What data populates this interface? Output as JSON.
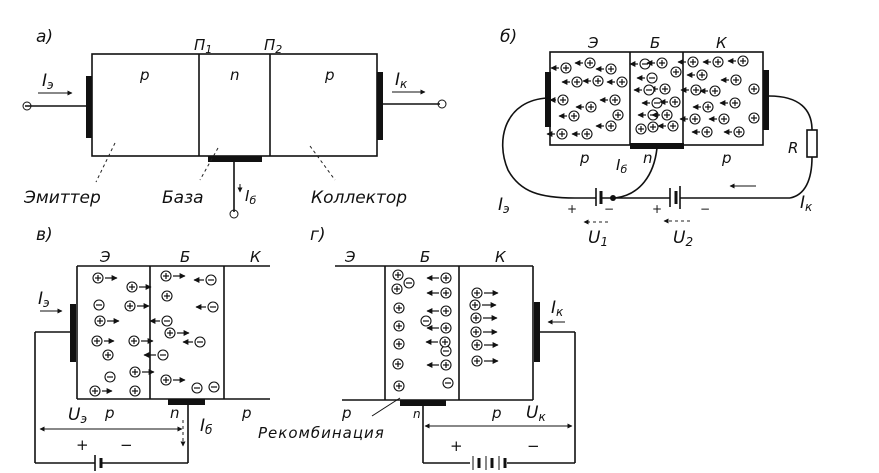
{
  "panels": {
    "a": {
      "tag": "а)",
      "junctions": [
        "П",
        "П"
      ],
      "junction_subs": [
        "1",
        "2"
      ],
      "regions": [
        "p",
        "n",
        "p"
      ],
      "currents": {
        "emitter": "I",
        "emitter_sub": "э",
        "collector": "I",
        "collector_sub": "к",
        "base": "I",
        "base_sub": "б"
      },
      "captions": {
        "emitter": "Эмиттер",
        "base": "База",
        "collector": "Коллектор"
      }
    },
    "b": {
      "tag": "б)",
      "headers": [
        "Э",
        "Б",
        "К"
      ],
      "regions": [
        "p",
        "n",
        "p"
      ],
      "resistor": "R",
      "currents": {
        "emitter": "I",
        "emitter_sub": "э",
        "base": "I",
        "base_sub": "б",
        "collector": "I",
        "collector_sub": "к"
      },
      "voltages": [
        {
          "name": "U",
          "sub": "1"
        },
        {
          "name": "U",
          "sub": "2"
        }
      ],
      "signs": [
        "+",
        "−",
        "+",
        "−"
      ]
    },
    "v": {
      "tag": "в)",
      "headers": [
        "Э",
        "Б",
        "К"
      ],
      "regions": [
        "p",
        "n",
        "p"
      ],
      "currents": {
        "emitter": "I",
        "emitter_sub": "э",
        "base": "I",
        "base_sub": "б"
      },
      "voltage": {
        "name": "U",
        "sub": "э"
      },
      "signs": [
        "+",
        "−"
      ]
    },
    "g": {
      "tag": "г)",
      "headers": [
        "Э",
        "Б",
        "К"
      ],
      "regions": [
        "p",
        "n",
        "p"
      ],
      "currents": {
        "collector": "I",
        "collector_sub": "к"
      },
      "voltage": {
        "name": "U",
        "sub": "к"
      },
      "signs": [
        "+",
        "−"
      ],
      "recombination": "Рекомбинация"
    }
  }
}
